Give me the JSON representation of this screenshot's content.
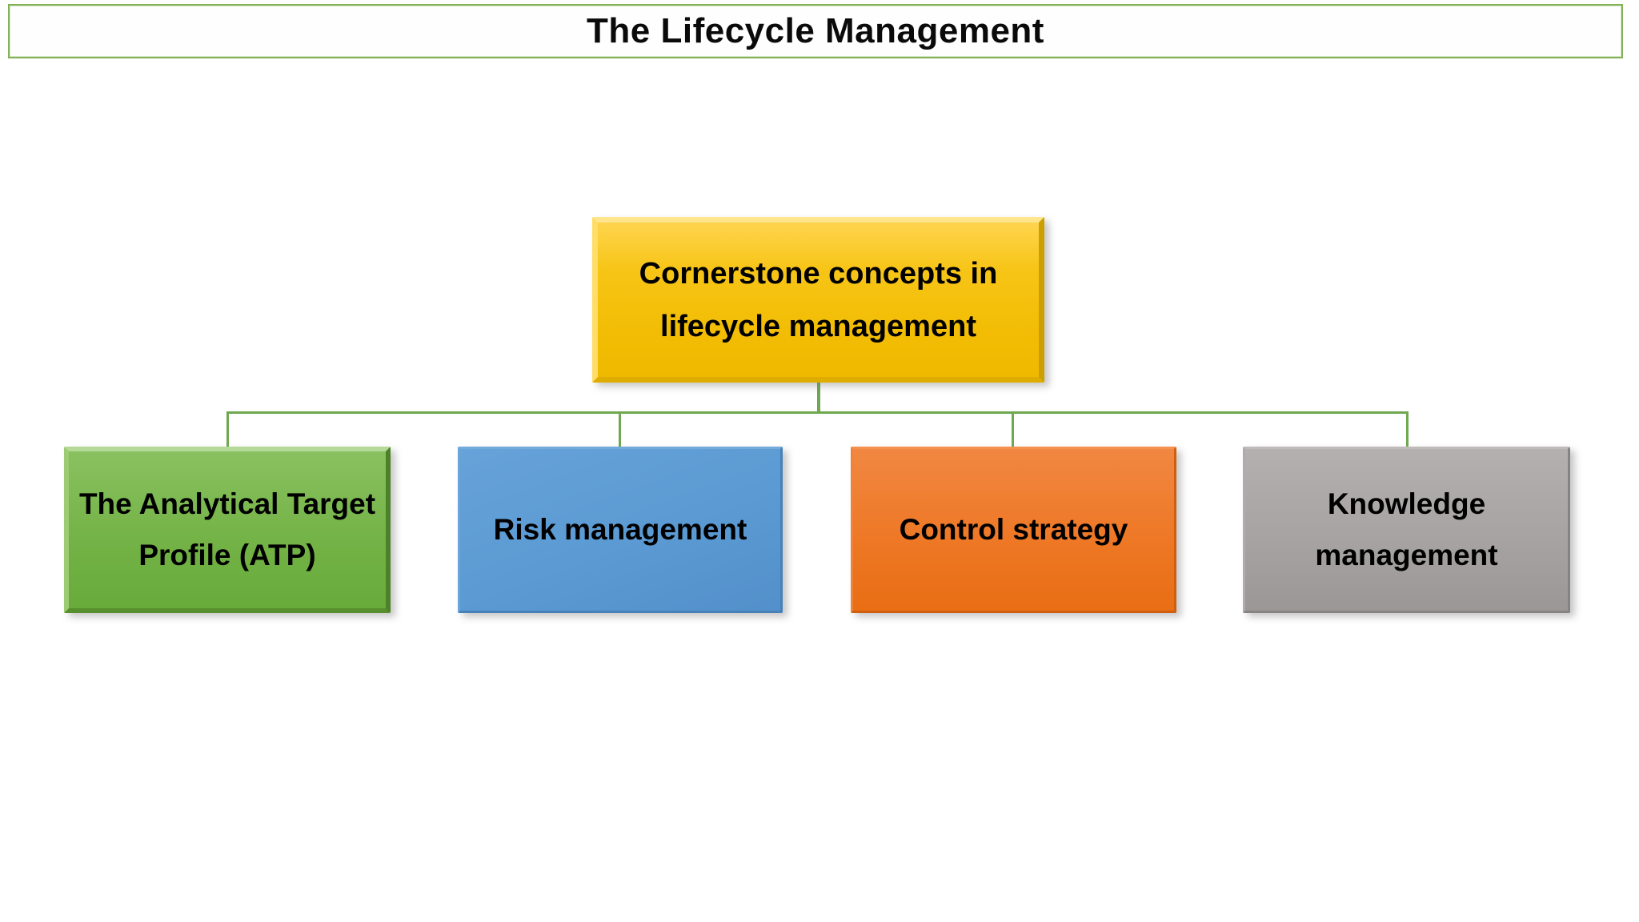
{
  "title_bar": {
    "text": "The Lifecycle Management",
    "border_color": "#82B157"
  },
  "diagram": {
    "connector_color": "#6FA84F",
    "root": {
      "lines": [
        "Cornerstone concepts in",
        "lifecycle management"
      ],
      "fill": "#F2BD04"
    },
    "children": [
      {
        "key": "atp",
        "lines": [
          "The Analytical Target",
          "Profile (ATP)"
        ],
        "fill": "#6CB33F"
      },
      {
        "key": "risk",
        "lines": [
          "Risk management"
        ],
        "fill": "#5E9CD3"
      },
      {
        "key": "control",
        "lines": [
          "Control strategy"
        ],
        "fill": "#EE7420"
      },
      {
        "key": "knowledge",
        "lines": [
          "Knowledge",
          "management"
        ],
        "fill": "#ACA8A8"
      }
    ]
  }
}
